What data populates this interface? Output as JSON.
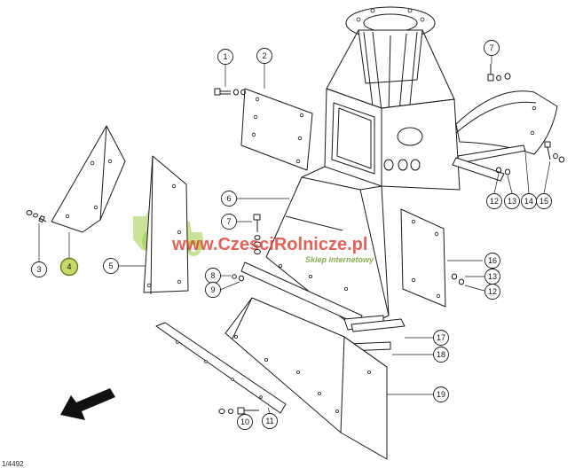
{
  "watermark": {
    "site": "www.CzesciRolnicze.pl",
    "tagline": "Sklep internetowy"
  },
  "corner_code": "1/4492",
  "highlight_color": "#c8d86a",
  "callouts": [
    {
      "label": "1",
      "highlighted": false
    },
    {
      "label": "2",
      "highlighted": false
    },
    {
      "label": "3",
      "highlighted": false
    },
    {
      "label": "4",
      "highlighted": true
    },
    {
      "label": "5",
      "highlighted": false
    },
    {
      "label": "6",
      "highlighted": false
    },
    {
      "label": "7",
      "highlighted": false
    },
    {
      "label": "7",
      "highlighted": false
    },
    {
      "label": "8",
      "highlighted": false
    },
    {
      "label": "9",
      "highlighted": false
    },
    {
      "label": "10",
      "highlighted": false
    },
    {
      "label": "11",
      "highlighted": false
    },
    {
      "label": "12",
      "highlighted": false
    },
    {
      "label": "13",
      "highlighted": false
    },
    {
      "label": "14",
      "highlighted": false
    },
    {
      "label": "15",
      "highlighted": false
    },
    {
      "label": "16",
      "highlighted": false
    },
    {
      "label": "13",
      "highlighted": false
    },
    {
      "label": "12",
      "highlighted": false
    },
    {
      "label": "17",
      "highlighted": false
    },
    {
      "label": "18",
      "highlighted": false
    },
    {
      "label": "19",
      "highlighted": false
    }
  ]
}
